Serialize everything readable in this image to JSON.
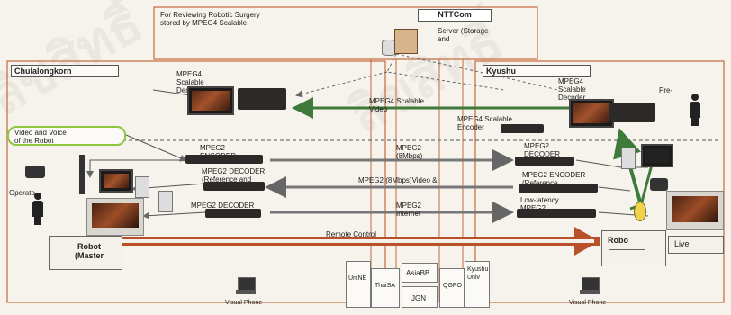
{
  "nttcom": {
    "title": "NTTCom",
    "description": "For Reviewing Robotic Surgery\nstored by MPEG4 Scalable",
    "server_label": "Server (Storage\nand"
  },
  "chula": {
    "title": "Chulalongkorn",
    "mpeg4_decoder": "MPEG4\nScalable\nDecoder",
    "video_voice": "Video and Voice\nof the Robot",
    "mpeg2_encoder": "MPEG2\nENCODER",
    "mpeg2_decoder_ref": "MPEG2  DECODER\n(Reference and",
    "mpeg2_decoder": "MPEG2  DECODER",
    "operator": "Operato",
    "robot_master": "Robot\n(Master",
    "visual_phone": "Visual Phone"
  },
  "kyushu": {
    "title": "Kyushu",
    "mpeg4_decoder": "MPEG4\nScalable\nDecoder",
    "pre": "Pre-",
    "mpeg2_decoder": "MPEG2\nDECODER",
    "mpeg2_encoder_ref": "MPEG2 ENCODER\n(Reference",
    "low_latency": "Low-latency\nMPEG2",
    "robot_slave": "Robo",
    "live": "Live",
    "visual_phone": "Visual Phone"
  },
  "links": {
    "mpeg4_video": "MPEG4 Scalable\nVideo",
    "mpeg4_encoder": "MPEG4 Scalable\nEncoder",
    "mpeg2_8mbps": "MPEG2\n(8Mbps)",
    "mpeg2_8mbps_video": "MPEG2 (8Mbps)Video &",
    "mpeg2_internet": "MPEG2\nInternet",
    "remote_control": "Remote Control"
  },
  "networks": {
    "uninet": "UniNE",
    "thaisarn": "ThaiSA",
    "asiabb": "AsiaBB",
    "jgn": "JGN",
    "qgpop": "QGPO",
    "kyushu_univ": "Kyushu\nUniv"
  },
  "colors": {
    "arrow_green": "#3e7a3a",
    "arrow_gray": "#777777",
    "frame_orange": "#c46a3a",
    "remote_red": "#b8502a",
    "callout_green": "#8ec63f"
  }
}
